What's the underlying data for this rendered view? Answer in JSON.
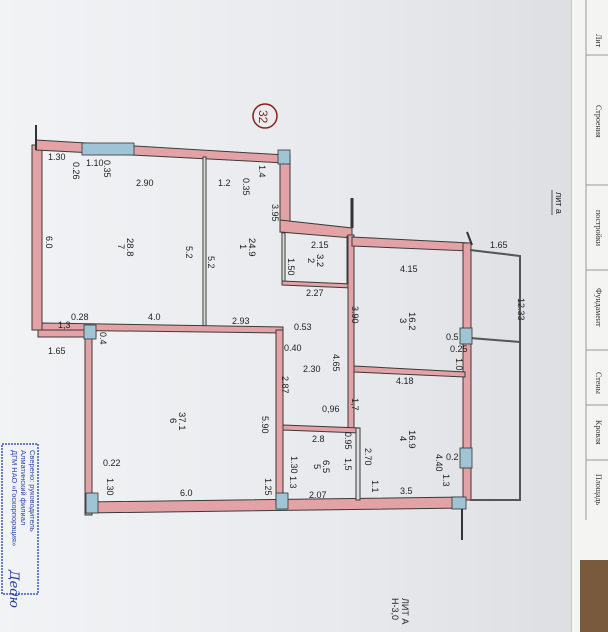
{
  "sheet": {
    "lit": "лит а",
    "lit_a": "ЛИТ А",
    "height_note": "H-3,0",
    "plan_number": "32",
    "side_tab_header": "Лит",
    "side_tabs": [
      "Строения",
      "постройки",
      "Фундамент",
      "Стены",
      "Кровля",
      "Площадь"
    ]
  },
  "rooms": [
    {
      "id": "1",
      "area": "24.9"
    },
    {
      "id": "2",
      "area": "3.2"
    },
    {
      "id": "3",
      "area": "16.2"
    },
    {
      "id": "4",
      "area": "16.9"
    },
    {
      "id": "5",
      "area": "6.5"
    },
    {
      "id": "6",
      "area": "37.1"
    },
    {
      "id": "7",
      "area": "28.8"
    }
  ],
  "dimensions": {
    "d_1_30": "1.30",
    "d_1_10": "1.10",
    "d_0_35a": "0.35",
    "d_0_26": "0.26",
    "d_2_90": "2.90",
    "d_1_2": "1.2",
    "d_0_35b": "0.35",
    "d_1_4": "1.4",
    "d_3_95": "3.95",
    "d_6_0a": "6.0",
    "d_5_2a": "5.2",
    "d_5_2b": "5.2",
    "d_2_15": "2.15",
    "d_1_50": "1.50",
    "d_2_27": "2.27",
    "d_1_65a": "1.65",
    "d_4_15": "4.15",
    "d_12_33": "12.33",
    "d_3_90": "3.90",
    "d_0_5": "0.5",
    "d_0_25": "0.25",
    "d_1_0": "1.0",
    "d_0_53": "0.53",
    "d_0_40": "0.40",
    "d_2_93": "2.93",
    "d_4_0": "4.0",
    "d_0_28": "0.28",
    "d_1_3a": "1,3",
    "d_0_4": "0.4",
    "d_1_65b": "1.65",
    "d_4_65": "4.65",
    "d_2_87": "2.87",
    "d_2_30": "2.30",
    "d_0_96": "0,96",
    "d_1_7": "1,7",
    "d_4_18": "4.18",
    "d_5_90": "5.90",
    "d_2_8": "2.8",
    "d_0_95": "0.95",
    "d_1_5": "1,5",
    "d_2_70": "2.70",
    "d_4_40": "4.40",
    "d_0_2": "0.2",
    "d_1_3b": "1.3",
    "d_1_3c": "1.3",
    "d_1_1": "1.1",
    "d_3_5": "3.5",
    "d_2_07": "2.07",
    "d_1_25": "1.25",
    "d_1_30b": "1.30",
    "d_1_30c": "1.30",
    "d_0_22": "0.22",
    "d_6_0b": "6.0"
  },
  "stamp": {
    "line1": "Сверено: руководитель",
    "line2": "Алматинский филиал",
    "line3": "ДГМ НАО «Госкорпорация»",
    "signature": "Дедю"
  },
  "colors": {
    "wall": "#e3a3a6",
    "wall_stroke": "#3a3a3a",
    "window": "#9fc4d6",
    "stamp": "#2b45a8"
  }
}
